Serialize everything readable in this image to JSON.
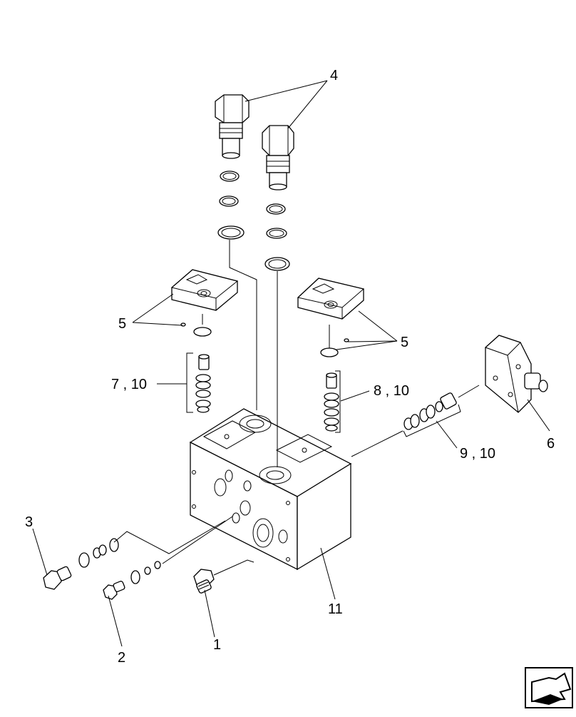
{
  "callouts": {
    "c1": "1",
    "c2": "2",
    "c3": "3",
    "c4": "4",
    "c5a": "5",
    "c5b": "5",
    "c6": "6",
    "c7_10": "7 , 10",
    "c8_10": "8 , 10",
    "c9_10": "9 , 10",
    "c11": "11"
  },
  "icons": {
    "nav": "page-turn-arrow-icon"
  }
}
